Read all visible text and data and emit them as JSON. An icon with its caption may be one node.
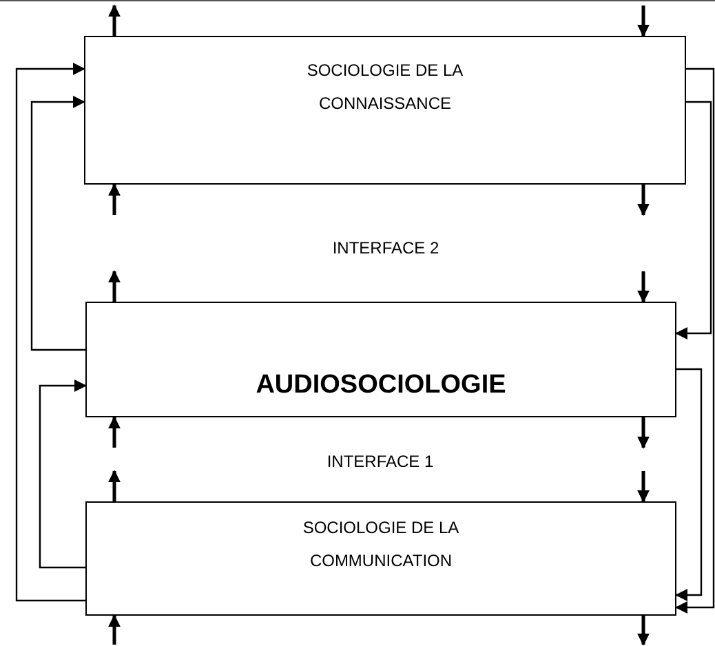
{
  "diagram": {
    "nodes": [
      {
        "text": [
          "SOCIOLOGIE DE LA CONNAISSANCE"
        ]
      },
      {
        "text": [
          "AUDIOSOCIOLOGIE"
        ]
      },
      {
        "text": [
          "SOCIOLOGIE DE LA COMMUNICATION"
        ]
      }
    ],
    "edges": [
      {
        "from": 1,
        "to": 0,
        "arrow": "to"
      },
      {
        "from": 2,
        "to": 0,
        "arrow": "to"
      },
      {
        "from": 2,
        "to": 1,
        "arrow": "to"
      },
      {
        "from": 0,
        "to": 1,
        "arrow": "to"
      },
      {
        "from": 1,
        "to": 2,
        "arrow": "to"
      },
      {
        "from": 0,
        "to": 2,
        "arrow": "to"
      },
      {
        "from": 0,
        "to": null,
        "arrow": "to"
      },
      {
        "from": null,
        "to": 0,
        "arrow": "to"
      },
      {
        "from": null,
        "to": 0,
        "arrow": "to"
      },
      {
        "from": 0,
        "to": null,
        "arrow": "to"
      },
      {
        "from": 1,
        "to": null,
        "arrow": "to"
      },
      {
        "from": null,
        "to": 1,
        "arrow": "to"
      },
      {
        "from": null,
        "to": 1,
        "arrow": "to"
      },
      {
        "from": 1,
        "to": null,
        "arrow": "to"
      },
      {
        "from": 2,
        "to": null,
        "arrow": "to"
      },
      {
        "from": null,
        "to": 2,
        "arrow": "to"
      },
      {
        "from": null,
        "to": 2,
        "arrow": "to"
      },
      {
        "from": 2,
        "to": null,
        "arrow": "to"
      }
    ],
    "labels": [
      "INTERFACE 2",
      "INTERFACE 1"
    ]
  }
}
